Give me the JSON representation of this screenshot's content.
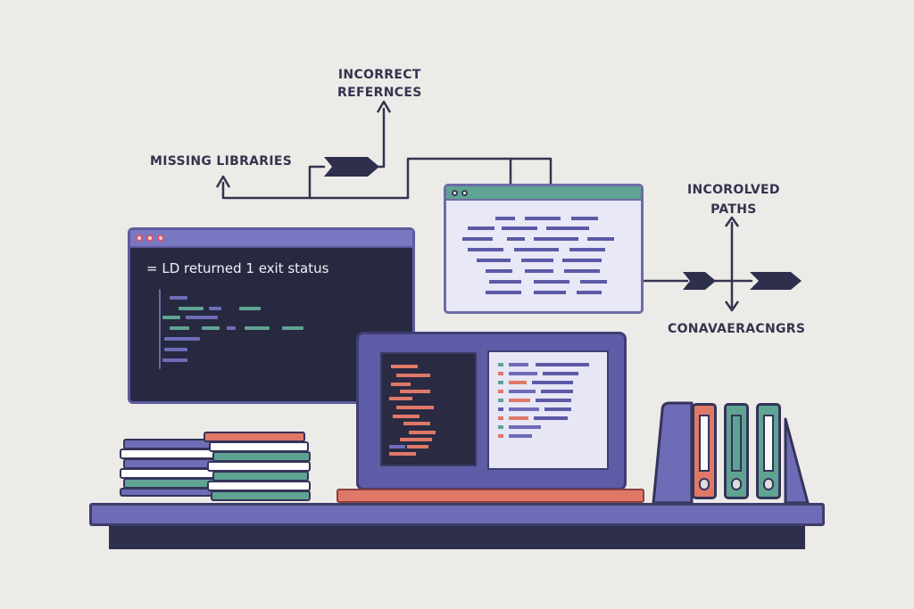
{
  "labels": {
    "missing_libraries": "MISSING LIBRARIES",
    "incorrect_line1": "INCORRECT",
    "incorrect_line2": "REFERNCES",
    "unresolved_line1": "INCOROLVED",
    "unresolved_line2": "PATHS",
    "conv": "CONAVAERACNGRS"
  },
  "terminal": {
    "error_text": "= LD returned 1 exit status"
  },
  "icons": {
    "window_controls": "three-dots",
    "arrows": "arrow-icon",
    "connectors": "chevron-arrow-icon"
  },
  "colors": {
    "background": "#ecebe8",
    "terminal": "#272940",
    "accent_purple": "#6e6cb7",
    "accent_green": "#5fa392",
    "accent_red": "#e07868"
  }
}
